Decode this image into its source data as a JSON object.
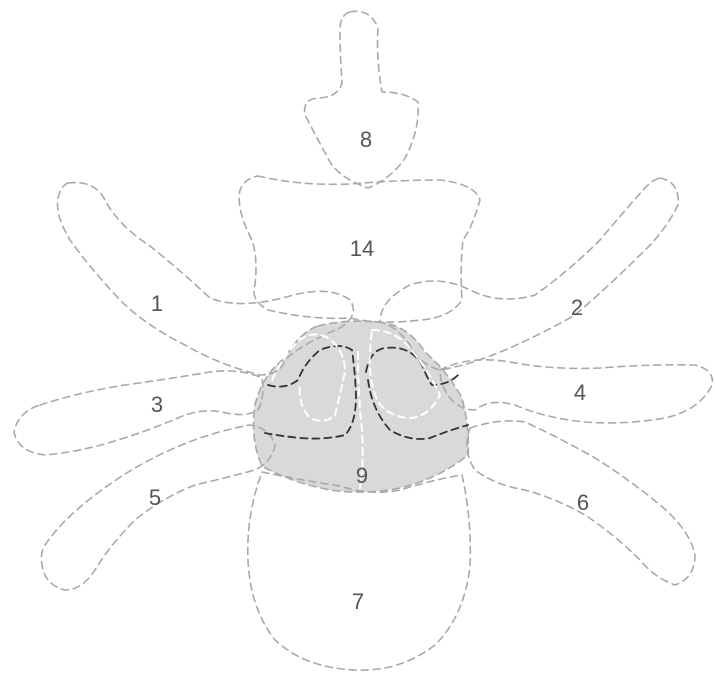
{
  "colors": {
    "outline": "#a9a9a9",
    "shaded_fill": "#d9d9d9",
    "dark_boundary": "#333333",
    "light_boundary": "#ffffff",
    "label": "#555555"
  },
  "labels": {
    "r1": "1",
    "r2": "2",
    "r3": "3",
    "r4": "4",
    "r5": "5",
    "r6": "6",
    "r7": "7",
    "r8": "8",
    "r9": "9",
    "r14": "14"
  }
}
